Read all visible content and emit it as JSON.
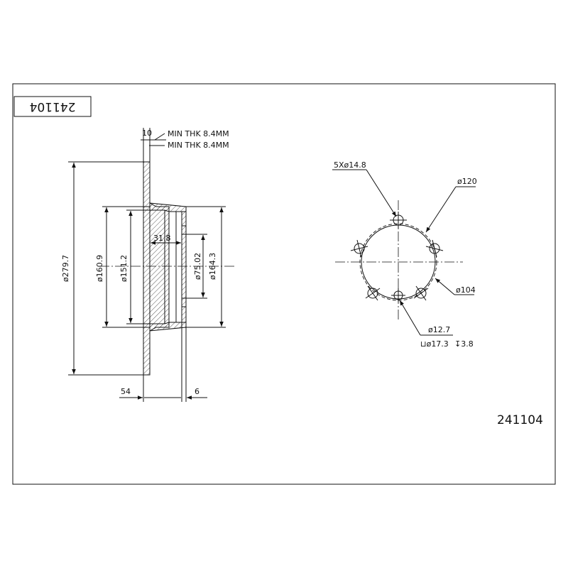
{
  "part_number_box": "241104",
  "part_number_label": "241104",
  "section_view": {
    "min_thk_note_1": "MIN THK 8.4MM",
    "min_thk_note_2": "MIN THK 8.4MM",
    "dim_thickness": "10",
    "dim_outer_diameter": "ø279.7",
    "dim_hat_diameter": "ø160.9",
    "dim_inner_diameter": "ø151.2",
    "dim_hat_depth": "31.8",
    "dim_center_bore": "ø75.02",
    "dim_hat_outer": "ø164.3",
    "dim_height": "54",
    "dim_flange": "6"
  },
  "bolt_view": {
    "bolt_holes": "5Xø14.8",
    "pcd": "ø120",
    "pilot_circle": "ø104",
    "small_hole": "ø12.7",
    "counterbore": "⊔ø17.3",
    "counterbore_depth": "↧3.8"
  },
  "colors": {
    "line": "#111111",
    "background": "#ffffff"
  }
}
